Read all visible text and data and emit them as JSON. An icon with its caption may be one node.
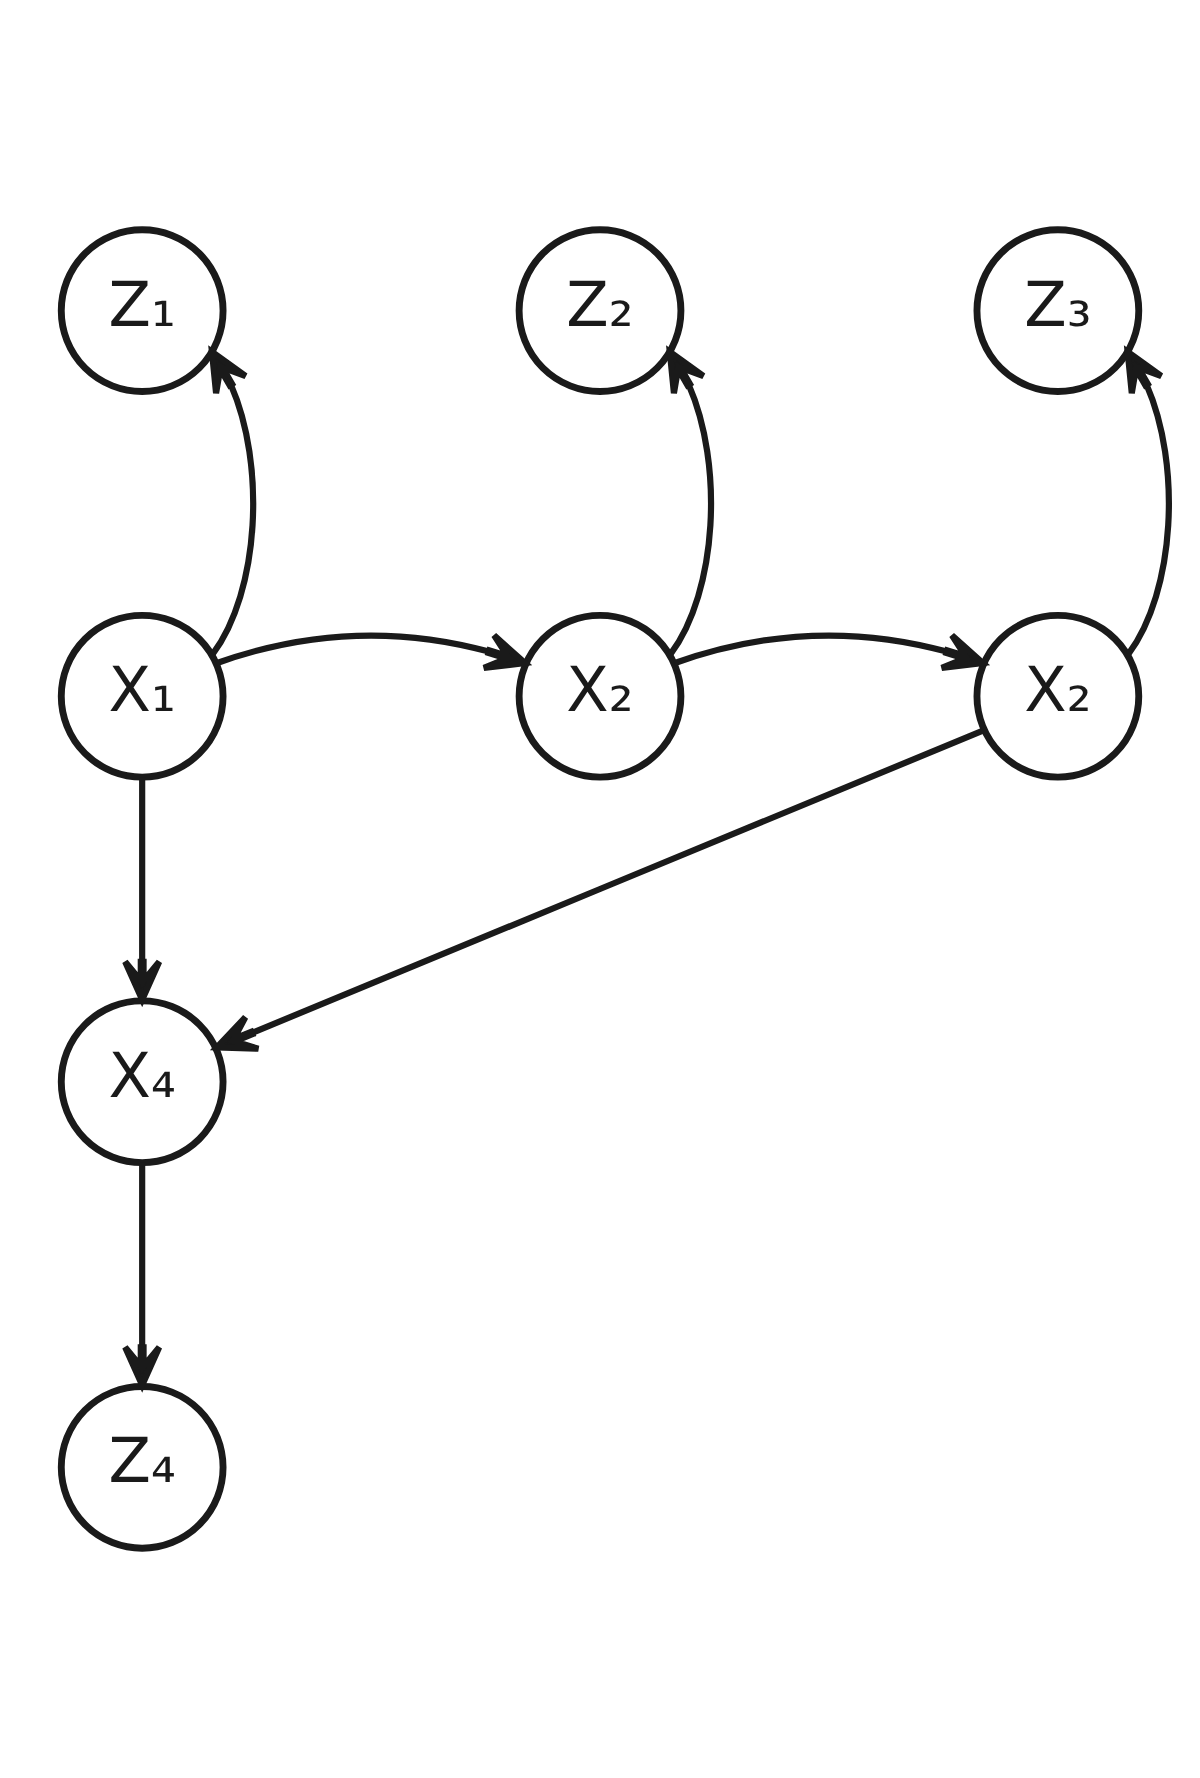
{
  "diagram": {
    "nodes": [
      {
        "text": [
          "Z₁"
        ]
      },
      {
        "text": [
          "Z₂"
        ]
      },
      {
        "text": [
          "Z₃"
        ]
      },
      {
        "text": [
          "X₁"
        ]
      },
      {
        "text": [
          "X₂"
        ]
      },
      {
        "text": [
          "X₂"
        ]
      },
      {
        "text": [
          "X₄"
        ]
      },
      {
        "text": [
          "Z₄"
        ]
      }
    ],
    "edges": [
      {
        "from": 3,
        "to": 0,
        "arrow": "to"
      },
      {
        "from": 3,
        "to": 4,
        "arrow": "to"
      },
      {
        "from": 4,
        "to": 1,
        "arrow": "to"
      },
      {
        "from": 4,
        "to": 5,
        "arrow": "to"
      },
      {
        "from": 5,
        "to": 2,
        "arrow": "to"
      },
      {
        "from": 3,
        "to": 6,
        "arrow": "to"
      },
      {
        "from": 5,
        "to": 6,
        "arrow": "to"
      },
      {
        "from": 6,
        "to": 7,
        "arrow": "to"
      }
    ]
  }
}
